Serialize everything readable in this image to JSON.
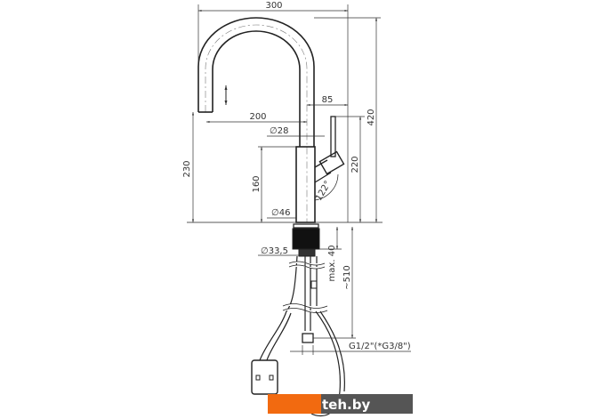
{
  "dimensions": {
    "width_total": "300",
    "height_total": "420",
    "spout_reach_from_axis": "200",
    "lever_offset": "85",
    "spout_diameter": "∅28",
    "body_diameter": "∅46",
    "mount_diameter": "∅33,5",
    "spout_height": "230",
    "body_height": "160",
    "lever_height": "220",
    "lever_angle": "122°",
    "max_deck_thickness": "max. 40",
    "hose_length": "~510",
    "connection_thread": "G1/2\"(*G3/8\")"
  },
  "watermark": {
    "text": "teh.by",
    "accent_color": "#f26a10",
    "bg_color": "#555555"
  }
}
